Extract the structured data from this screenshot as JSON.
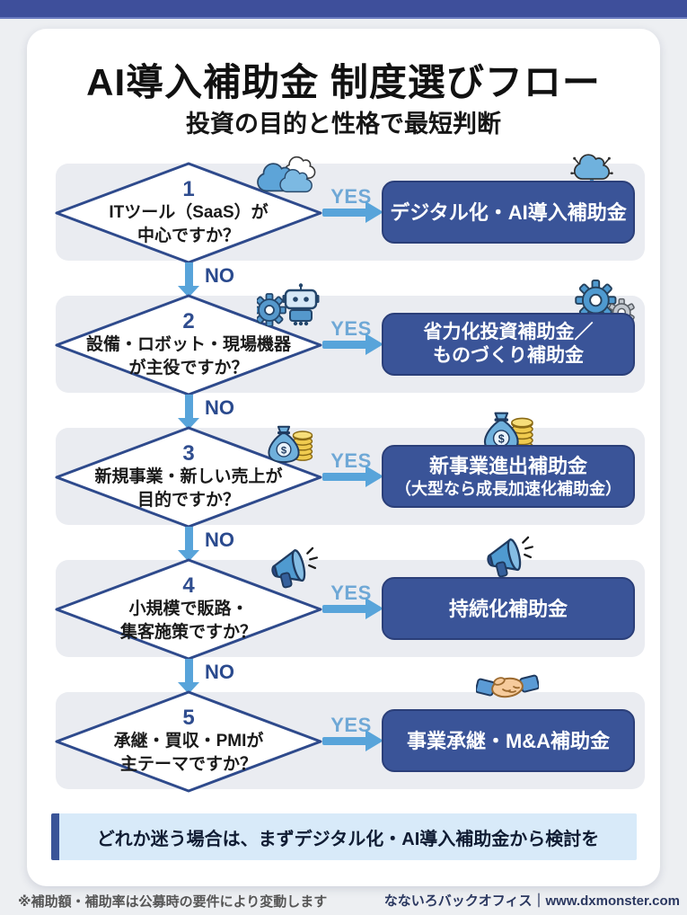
{
  "header": {
    "title": "AI導入補助金 制度選びフロー",
    "subtitle": "投資の目的と性格で最短判断"
  },
  "flow": {
    "yes_label": "YES",
    "no_label": "NO",
    "rows": [
      {
        "number": "1",
        "question_line1": "ITツール（SaaS）が",
        "question_line2": "中心ですか？",
        "question_icon": "clouds-icon",
        "result_icon": "ai-cloud-circuit-icon",
        "result_line1": "デジタル化・AI導入補助金"
      },
      {
        "number": "2",
        "question_line1": "設備・ロボット・現場機器",
        "question_line2": "が主役ですか？",
        "question_icon": "gear-robot-icon",
        "result_icon": "double-gears-icon",
        "result_line1": "省力化投資補助金／",
        "result_line2": "ものづくり補助金"
      },
      {
        "number": "3",
        "question_line1": "新規事業・新しい売上が",
        "question_line2": "目的ですか？",
        "question_icon": "money-bag-coins-icon",
        "result_icon": "money-bag-coins-icon",
        "result_line1": "新事業進出補助金",
        "result_line2": "（大型なら成長加速化補助金）"
      },
      {
        "number": "4",
        "question_line1": "小規模で販路・",
        "question_line2": "集客施策ですか？",
        "question_icon": "megaphone-icon",
        "result_icon": "megaphone-icon",
        "result_line1": "持続化補助金"
      },
      {
        "number": "5",
        "question_line1": "承継・買収・PMIが",
        "question_line2": "主テーマですか？",
        "result_icon": "handshake-icon",
        "result_line1": "事業承継・M&A補助金"
      }
    ]
  },
  "note": {
    "text": "どれか迷う場合は、まずデジタル化・AI導入補助金から検討を"
  },
  "footer": {
    "disclaimer": "※補助額・補助率は公募時の要件により変動します",
    "brand": "なないろバックオフィス",
    "separator": "｜",
    "url": "www.dxmonster.com"
  },
  "colors": {
    "topbar_blue": "#3e4f9b",
    "navy_outline": "#2e4a8c",
    "result_box_blue": "#3a5498",
    "arrow_light_blue": "#58a4da",
    "yes_text_blue": "#6fa8d6",
    "no_text_navy": "#2a4a8e",
    "band_gray": "#eaecf1",
    "note_bg_blue": "#d8eaf9",
    "page_bg": "#edeff2"
  }
}
